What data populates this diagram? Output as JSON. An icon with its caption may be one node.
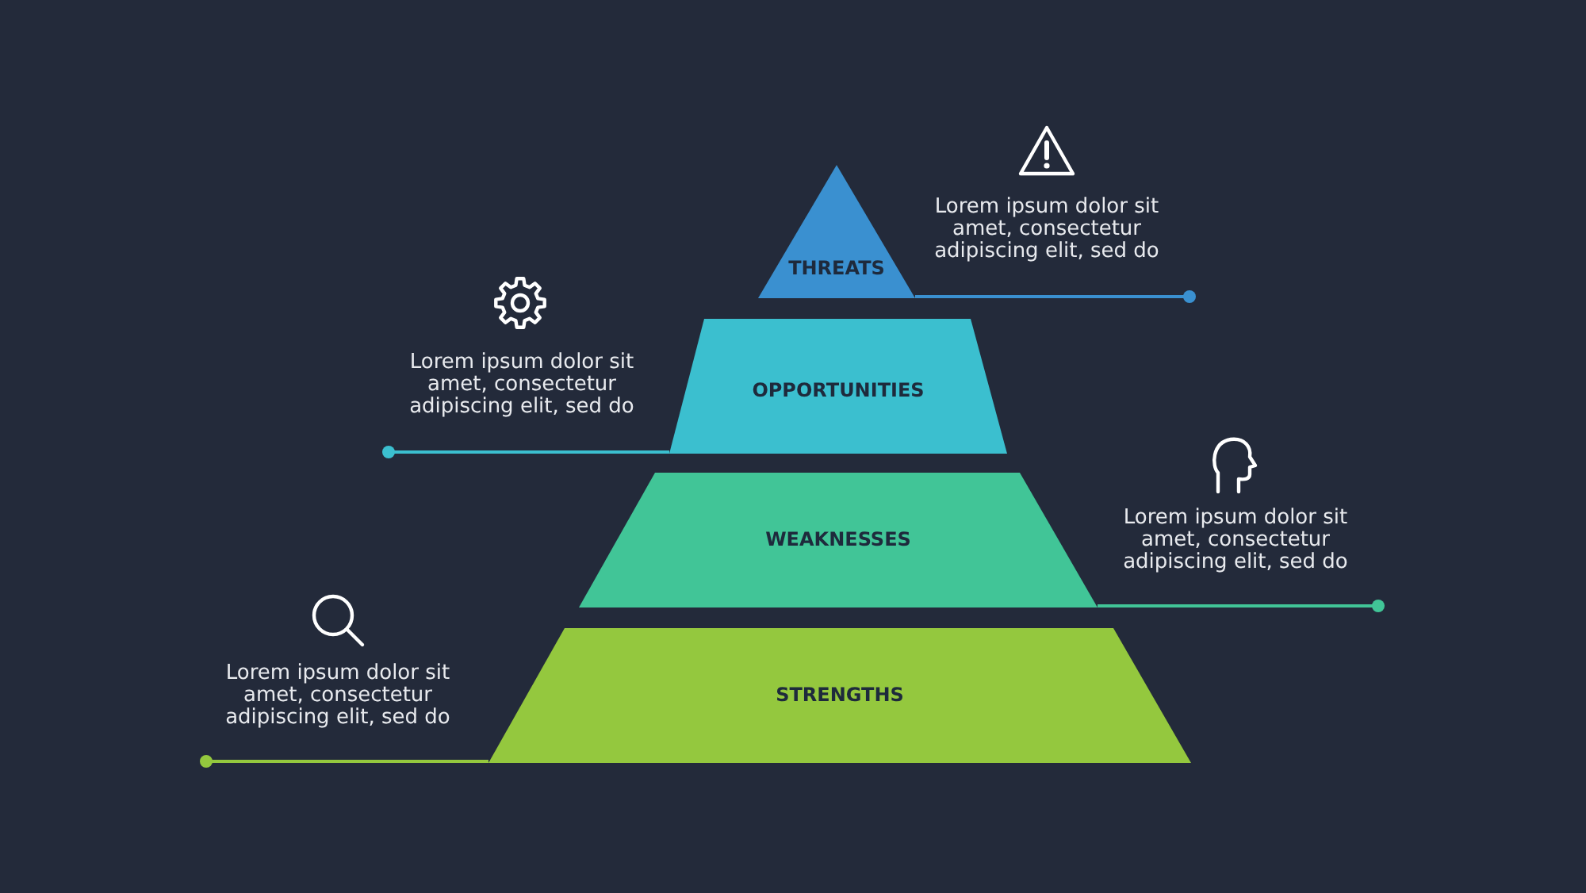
{
  "diagram": {
    "nodes": [
      {
        "text": [
          "THREATS"
        ],
        "beside": [
          "Lorem ipsum dolor sit amet, consectetur adipiscing elit, sed do"
        ]
      },
      {
        "text": [
          "OPPORTUNITIES"
        ],
        "beside": [
          "Lorem ipsum dolor sit amet, consectetur adipiscing elit, sed do"
        ]
      },
      {
        "text": [
          "WEAKNESSES"
        ],
        "beside": [
          "Lorem ipsum dolor sit amet, consectetur adipiscing elit, sed do"
        ]
      },
      {
        "text": [
          "STRENGTHS"
        ],
        "beside": [
          "Lorem ipsum dolor sit amet, consectetur adipiscing elit, sed do"
        ]
      }
    ],
    "edges": [
      {
        "from": 0,
        "to": null,
        "arrow": "other",
        "color": "#3a90d0"
      },
      {
        "from": 1,
        "to": null,
        "arrow": "other",
        "color": "#3bbfcf"
      },
      {
        "from": 2,
        "to": null,
        "arrow": "other",
        "color": "#41c597"
      },
      {
        "from": 3,
        "to": null,
        "arrow": "other",
        "color": "#94c83e"
      }
    ]
  }
}
